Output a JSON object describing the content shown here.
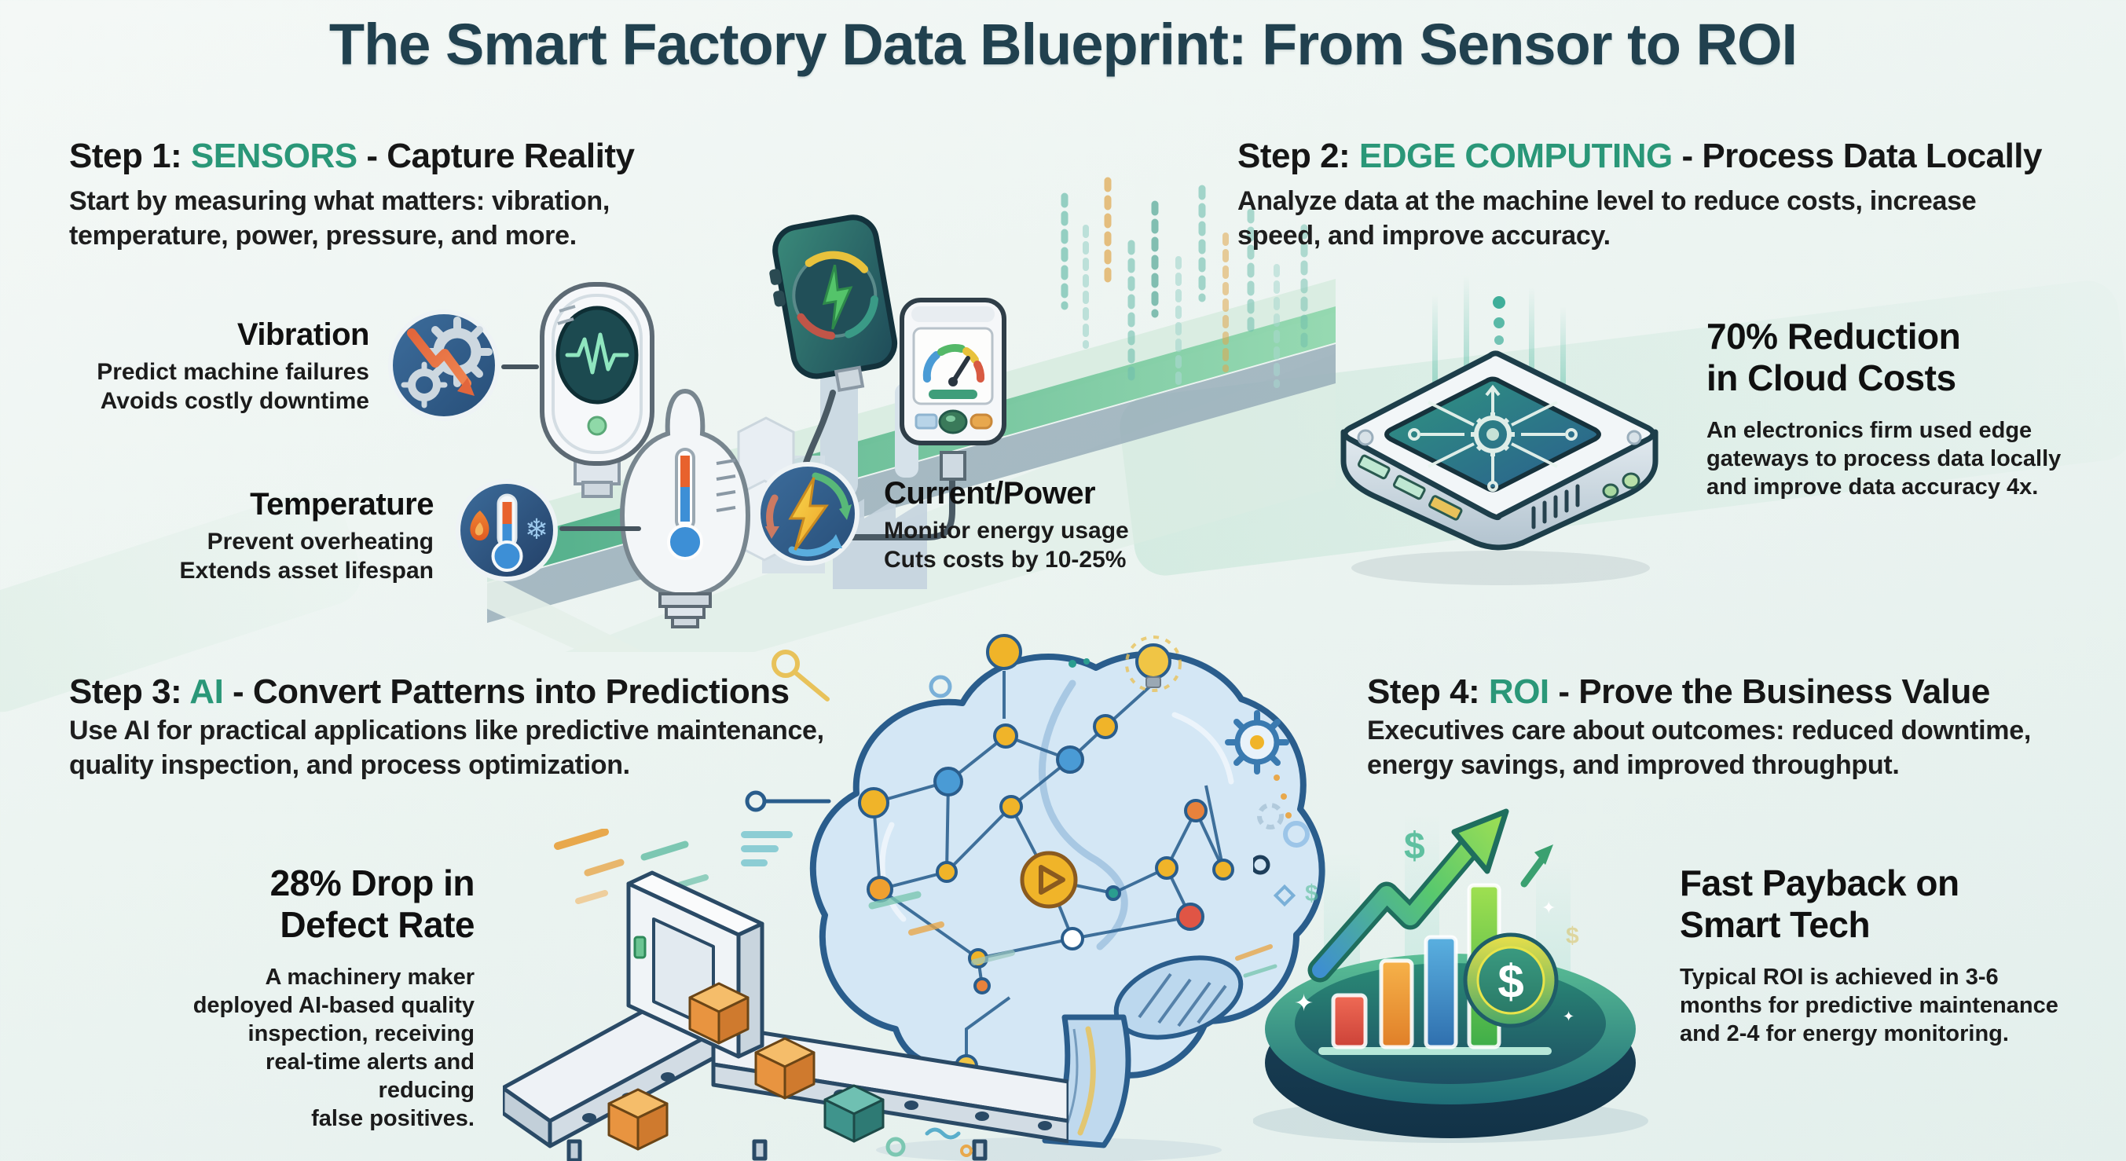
{
  "title": "The Smart Factory Data Blueprint: From Sensor to ROI",
  "icons": {
    "snowflake": "❄",
    "dollar": "$",
    "sparkle": "✦"
  },
  "colors": {
    "accent_green": "#2a9778",
    "title_color": "#21414f",
    "icon_circle_blue": "#31618f",
    "band_green": "#4fae8a",
    "brain_blue": "#cfe4f4",
    "platform_teal": "#2a8a74",
    "arrow_green": "#58c86e",
    "coin_green": "#2e8a74",
    "box_orange": "#e89440"
  },
  "step1": {
    "heading_prefix": "Step 1: ",
    "heading_keyword": "SENSORS",
    "heading_suffix": " - Capture Reality",
    "subtitle": "Start by measuring what matters: vibration,\ntemperature, power, pressure, and more.",
    "features": [
      {
        "icon": "gear-downtrend-icon",
        "title": "Vibration",
        "body": "Predict machine failures\nAvoids costly downtime"
      },
      {
        "icon": "thermometer-flame-snowflake-icon",
        "title": "Temperature",
        "body": "Prevent overheating\nExtends asset lifespan"
      },
      {
        "icon": "lightning-cycle-icon",
        "title": "Current/Power",
        "body": "Monitor energy usage\nCuts costs by 10-25%"
      }
    ]
  },
  "step2": {
    "heading_prefix": "Step 2: ",
    "heading_keyword": "EDGE COMPUTING",
    "heading_suffix": " - Process Data Locally",
    "subtitle": "Analyze data at the machine level to reduce costs, increase\nspeed, and improve accuracy.",
    "stat": {
      "heading": "70% Reduction\nin Cloud Costs",
      "body": "An electronics firm used edge\ngateways to process data locally\nand improve data accuracy 4x."
    }
  },
  "step3": {
    "heading_prefix": "Step 3: ",
    "heading_keyword": "AI",
    "heading_suffix": " - Convert Patterns into Predictions",
    "subtitle": "Use AI for practical applications like predictive maintenance,\nquality inspection, and process optimization.",
    "stat": {
      "heading": "28% Drop in\nDefect Rate",
      "body": "A machinery maker\ndeployed AI-based quality\ninspection, receiving\nreal-time alerts and reducing\nfalse positives."
    }
  },
  "step4": {
    "heading_prefix": "Step 4: ",
    "heading_keyword": "ROI",
    "heading_suffix": " - Prove the Business Value",
    "subtitle": "Executives care about outcomes: reduced downtime,\nenergy savings, and improved throughput.",
    "stat": {
      "heading": "Fast Payback on\nSmart Tech",
      "body": "Typical ROI is achieved in 3-6\nmonths for predictive maintenance\nand 2-4 for energy monitoring."
    }
  }
}
